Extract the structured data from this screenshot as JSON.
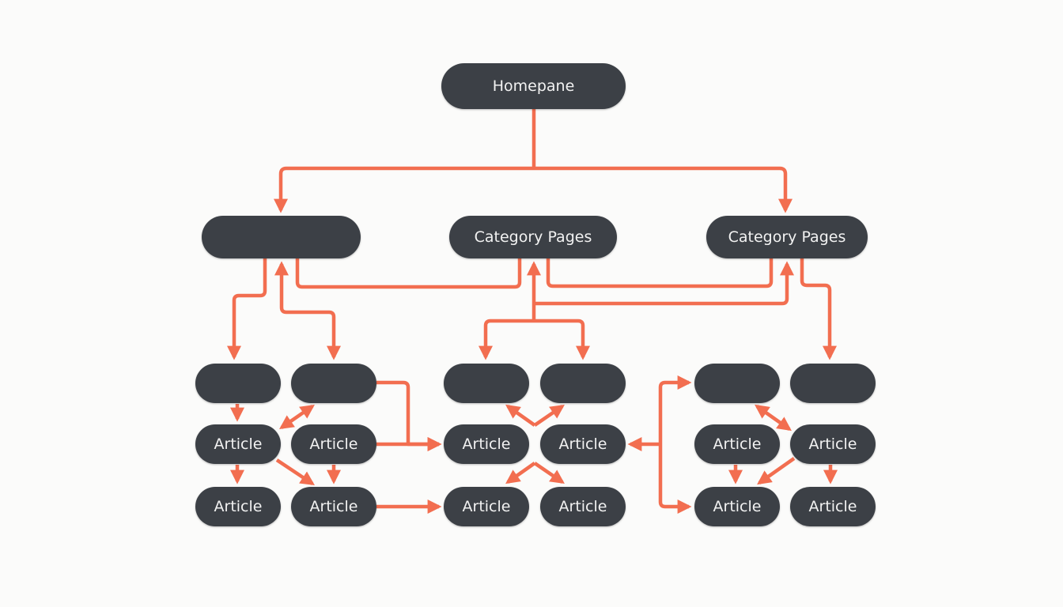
{
  "diagram": {
    "type": "site-structure-flowchart",
    "colors": {
      "background": "#fbfbfa",
      "node_fill": "#3c4046",
      "node_text": "#f2f2f2",
      "connector": "#f26e50"
    },
    "nodes": {
      "root": {
        "label": "Homepane"
      },
      "category_left": {
        "label": ""
      },
      "category_middle": {
        "label": "Category Pages"
      },
      "category_right": {
        "label": "Category Pages"
      },
      "sub_l1": {
        "label": ""
      },
      "sub_l2": {
        "label": ""
      },
      "sub_m1": {
        "label": ""
      },
      "sub_m2": {
        "label": ""
      },
      "sub_r1": {
        "label": ""
      },
      "sub_r2": {
        "label": ""
      },
      "art_l1a": {
        "label": "Article"
      },
      "art_l2a": {
        "label": "Article"
      },
      "art_l1b": {
        "label": "Article"
      },
      "art_l2b": {
        "label": "Article"
      },
      "art_m1a": {
        "label": "Article"
      },
      "art_m2a": {
        "label": "Article"
      },
      "art_m1b": {
        "label": "Article"
      },
      "art_m2b": {
        "label": "Article"
      },
      "art_r1a": {
        "label": "Article"
      },
      "art_r2a": {
        "label": "Article"
      },
      "art_r1b": {
        "label": "Article"
      },
      "art_r2b": {
        "label": "Article"
      }
    },
    "edges": [
      {
        "from": "root",
        "to": "category_left"
      },
      {
        "from": "root",
        "to": "category_right"
      },
      {
        "from": "category_left",
        "to": "sub_l1"
      },
      {
        "from": "sub_l2",
        "to": "category_left"
      },
      {
        "from": "category_left",
        "to": "category_middle"
      },
      {
        "from": "category_middle",
        "to": "category_right"
      },
      {
        "from": "category_middle",
        "to": "sub_m1"
      },
      {
        "from": "category_middle",
        "to": "sub_m2"
      },
      {
        "from": "category_right",
        "to": "sub_r2"
      },
      {
        "from": "sub_l1",
        "to": "art_l1a"
      },
      {
        "from": "sub_l2",
        "to": "art_l1a",
        "bidirectional": true
      },
      {
        "from": "sub_l2",
        "to": "art_m1a"
      },
      {
        "from": "art_l2a",
        "to": "art_m1a"
      },
      {
        "from": "art_l1a",
        "to": "art_l1b"
      },
      {
        "from": "art_l1a",
        "to": "art_l2b"
      },
      {
        "from": "art_l2a",
        "to": "art_l2b"
      },
      {
        "from": "art_l2b",
        "to": "art_m1b"
      },
      {
        "from": "art_m2a",
        "to": "sub_m1"
      },
      {
        "from": "art_m2a",
        "to": "sub_m2"
      },
      {
        "from": "art_m2a",
        "to": "art_m1b"
      },
      {
        "from": "art_m2a",
        "to": "art_m2b"
      },
      {
        "from": "art_m2a",
        "to": "sub_r1"
      },
      {
        "from": "art_m2a",
        "to": "art_r1b"
      },
      {
        "from": "sub_r1",
        "to": "art_r2a",
        "bidirectional": true
      },
      {
        "from": "art_r1a",
        "to": "art_r1b"
      },
      {
        "from": "art_r2a",
        "to": "art_r1b"
      },
      {
        "from": "art_r2a",
        "to": "art_r2b"
      }
    ]
  }
}
